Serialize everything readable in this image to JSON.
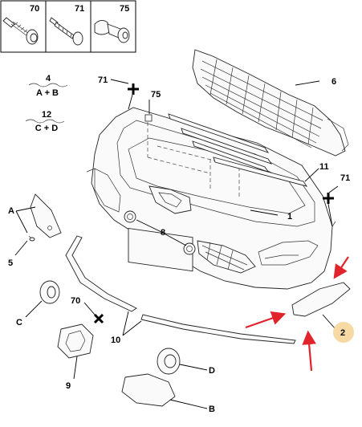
{
  "legend_boxes": [
    {
      "ref": "70",
      "icon": "screw-with-washer-icon"
    },
    {
      "ref": "71",
      "icon": "self-tapping-screw-icon"
    },
    {
      "ref": "75",
      "icon": "plastic-rivet-clip-icon"
    }
  ],
  "kits": [
    {
      "number": "4",
      "refs": "A + B"
    },
    {
      "number": "12",
      "refs": "C + D"
    }
  ],
  "callouts": {
    "c71_top": "71",
    "c75": "75",
    "c6": "6",
    "c11": "11",
    "c71_right": "71",
    "c1": "1",
    "cA": "A",
    "c8": "8",
    "c5": "5",
    "cC": "C",
    "c70": "70",
    "c10": "10",
    "c9": "9",
    "cD": "D",
    "cB": "B",
    "c2": "2"
  },
  "colors": {
    "highlight": "#f7d9a3",
    "arrow": "#e1232b",
    "line": "#222222"
  }
}
